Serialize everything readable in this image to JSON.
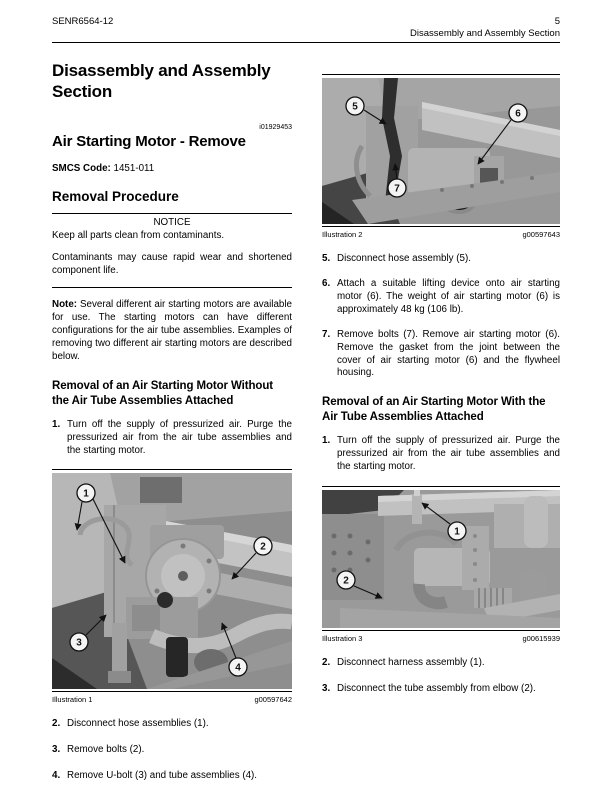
{
  "header": {
    "doc_code": "SENR6564-12",
    "page_number": "5",
    "section_name": "Disassembly and Assembly Section"
  },
  "section_title": "Disassembly and Assembly Section",
  "article": {
    "id_code": "i01929453",
    "title": "Air Starting Motor - Remove",
    "smcs_label": "SMCS Code:",
    "smcs_value": " 1451-011",
    "procedure_heading": "Removal Procedure"
  },
  "notice": {
    "title": "NOTICE",
    "para1": "Keep all parts clean from contaminants.",
    "para2": "Contaminants may cause rapid wear and shortened component life."
  },
  "note": {
    "label": "Note:",
    "text": " Several different air starting motors are available for use. The starting motors can have different configurations for the air tube assemblies. Examples of removing two different air starting motors are described below."
  },
  "removal_without": {
    "heading": "Removal of an Air Starting Motor Without the Air Tube Assemblies Attached",
    "steps": [
      {
        "num": "1.",
        "text": "Turn off the supply of pressurized air. Purge the pressurized air from the air tube assemblies and the starting motor."
      },
      {
        "num": "2.",
        "text": "Disconnect hose assemblies (1)."
      },
      {
        "num": "3.",
        "text": "Remove bolts (2)."
      },
      {
        "num": "4.",
        "text": "Remove U-bolt (3) and tube assemblies (4)."
      },
      {
        "num": "5.",
        "text": "Disconnect hose assembly (5)."
      },
      {
        "num": "6.",
        "text": "Attach a suitable lifting device onto air starting motor (6). The weight of air starting motor (6) is approximately 48 kg (106 lb)."
      },
      {
        "num": "7.",
        "text": "Remove bolts (7). Remove air starting motor (6). Remove the gasket from the joint between the cover of air starting motor (6) and the flywheel housing."
      }
    ]
  },
  "removal_with": {
    "heading": "Removal of an Air Starting Motor With the Air Tube Assemblies Attached",
    "steps": [
      {
        "num": "1.",
        "text": "Turn off the supply of pressurized air. Purge the pressurized air from the air tube assemblies and the starting motor."
      },
      {
        "num": "2.",
        "text": "Disconnect harness assembly (1)."
      },
      {
        "num": "3.",
        "text": "Disconnect the tube assembly from elbow (2)."
      }
    ]
  },
  "illustrations": {
    "ill1": {
      "label": "Illustration 1",
      "code": "g00597642",
      "callouts": [
        "1",
        "2",
        "3",
        "4"
      ]
    },
    "ill2": {
      "label": "Illustration 2",
      "code": "g00597643",
      "callouts": [
        "5",
        "6",
        "7"
      ]
    },
    "ill3": {
      "label": "Illustration 3",
      "code": "g00615939",
      "callouts": [
        "1",
        "2"
      ]
    }
  }
}
